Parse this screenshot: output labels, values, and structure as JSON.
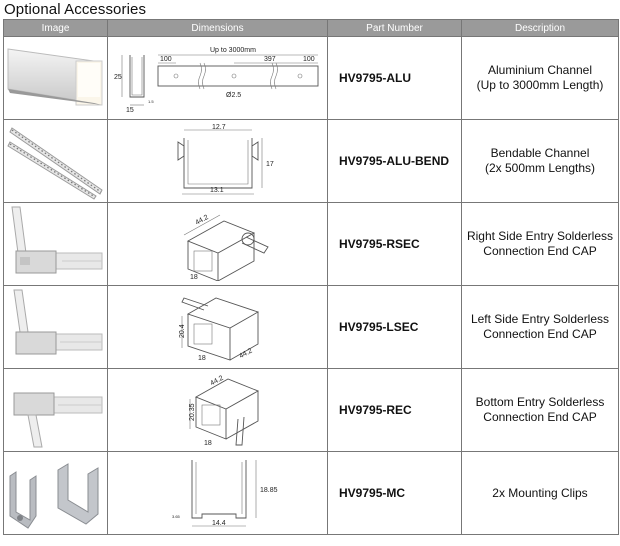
{
  "page_title": "Optional Accessories",
  "columns": {
    "image": "Image",
    "dimensions": "Dimensions",
    "part_number": "Part Number",
    "description": "Description"
  },
  "rows": [
    {
      "part_number": "HV9795-ALU",
      "description": [
        "Aluminium Channel",
        "(Up to 3000mm Length)"
      ],
      "dims": {
        "length": "Up to 3000mm",
        "end_left": "100",
        "mid": "397",
        "end_right": "100",
        "hole": "Ø2.5",
        "height": "25",
        "width": "15",
        "small": "1.5"
      }
    },
    {
      "part_number": "HV9795-ALU-BEND",
      "description": [
        "Bendable Channel",
        "(2x 500mm Lengths)"
      ],
      "dims": {
        "top": "12.7",
        "height": "17",
        "bottom": "13.1"
      }
    },
    {
      "part_number": "HV9795-RSEC",
      "description": [
        "Right Side Entry Solderless",
        "Connection End CAP"
      ],
      "dims": {
        "length": "44.2",
        "width": "18"
      }
    },
    {
      "part_number": "HV9795-LSEC",
      "description": [
        "Left Side Entry Solderless",
        "Connection End CAP"
      ],
      "dims": {
        "height": "20.4",
        "width": "18",
        "length": "44.2"
      }
    },
    {
      "part_number": "HV9795-REC",
      "description": [
        "Bottom Entry Solderless",
        "Connection End CAP"
      ],
      "dims": {
        "length": "44.2",
        "height": "20.35",
        "width": "18"
      }
    },
    {
      "part_number": "HV9795-MC",
      "description": [
        "2x Mounting Clips"
      ],
      "dims": {
        "height": "18.85",
        "width": "14.4",
        "small": "3.65"
      }
    }
  ]
}
